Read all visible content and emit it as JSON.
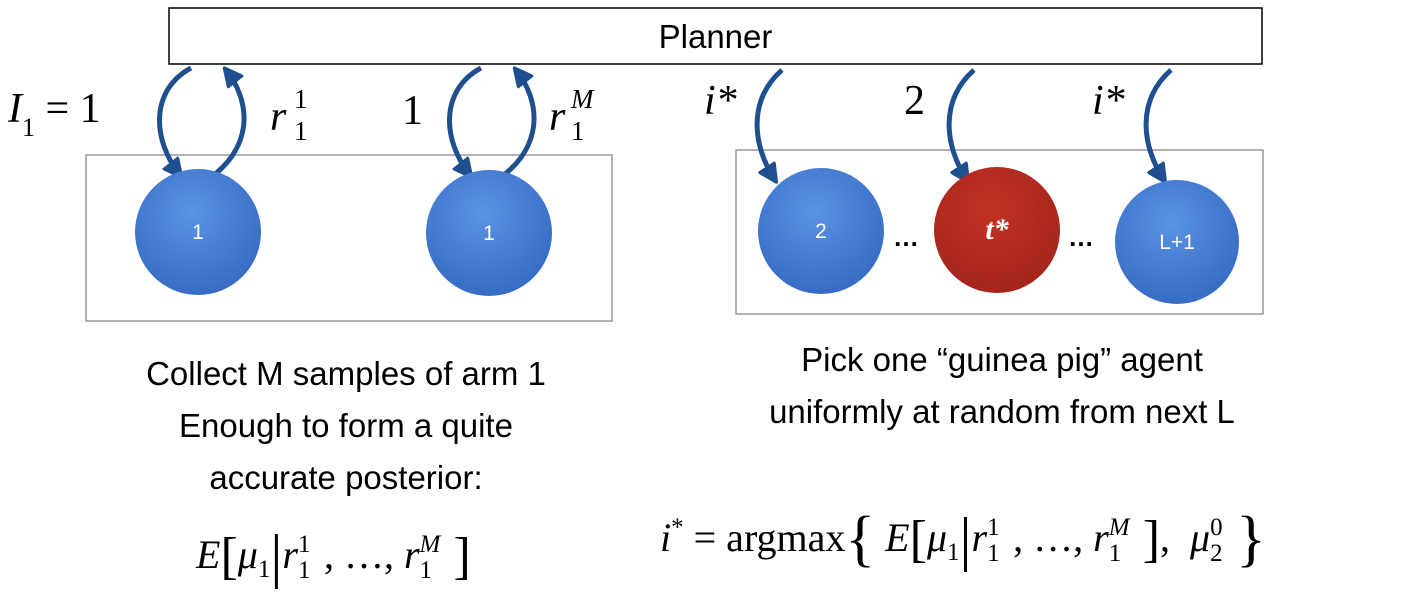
{
  "planner": {
    "label": "Planner"
  },
  "left_group": {
    "arm_label_1": "I",
    "arm_label_1_sub": "1",
    "arm_label_1_eq": "= 1",
    "reward_1": "r",
    "reward_1_sup": "1",
    "reward_1_sub": "1",
    "arm_label_2": "1",
    "reward_2": "r",
    "reward_2_sup": "M",
    "reward_2_sub": "1",
    "nodes": [
      "1",
      "1"
    ],
    "caption_lines": [
      "Collect M samples of arm 1",
      "Enough to form a quite",
      "accurate posterior:"
    ],
    "formula": {
      "E": "E",
      "mu": "μ",
      "mu_sub": "1",
      "r": "r",
      "r_first_sup": "1",
      "r_first_sub": "1",
      "dots": ", …, ",
      "r_last_sup": "M",
      "r_last_sub": "1"
    }
  },
  "right_group": {
    "arm_label_1": "i*",
    "arm_label_2": "2",
    "arm_label_3": "i*",
    "nodes": [
      "2",
      "t*",
      "L+1"
    ],
    "ellipsis": "…",
    "caption_lines": [
      "Pick one “guinea pig” agent",
      "uniformly at random from next L"
    ],
    "formula": {
      "lhs": "i",
      "lhs_sup": "*",
      "eq": " = argmax",
      "E": "E",
      "mu": "μ",
      "mu1_sub": "1",
      "r": "r",
      "r_first_sup": "1",
      "r_first_sub": "1",
      "dots": ", …, ",
      "r_last_sup": "M",
      "r_last_sub": "1",
      "mu2": "μ",
      "mu2_sup": "0",
      "mu2_sub": "2"
    }
  },
  "colors": {
    "node_blue": "#3f7fd6",
    "node_red": "#b52a1e",
    "arrow": "#1f4f8f",
    "box_border": "#999999"
  }
}
